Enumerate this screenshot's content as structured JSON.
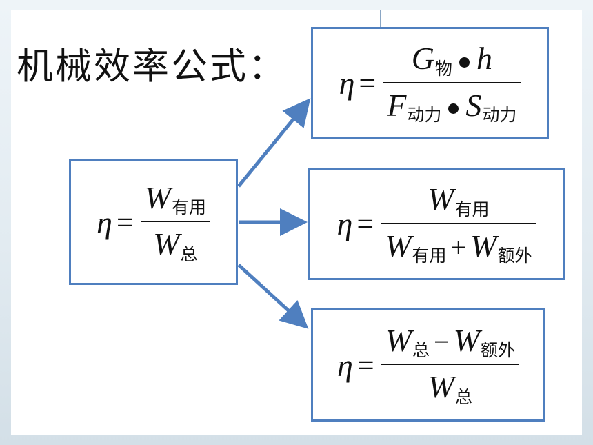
{
  "title": "机械效率公式：",
  "main_formula": {
    "lhs": "η",
    "equals": "=",
    "numerator": {
      "var": "W",
      "sub": "有用"
    },
    "denominator": {
      "var": "W",
      "sub": "总"
    }
  },
  "formula_top": {
    "lhs": "η",
    "equals": "=",
    "numerator": {
      "var1": "G",
      "sub1": "物",
      "var2": "h"
    },
    "denominator": {
      "var1": "F",
      "sub1": "动力",
      "var2": "S",
      "sub2": "动力"
    }
  },
  "formula_middle": {
    "lhs": "η",
    "equals": "=",
    "numerator": {
      "var": "W",
      "sub": "有用"
    },
    "denominator": {
      "var1": "W",
      "sub1": "有用",
      "op": "+",
      "var2": "W",
      "sub2": "额外"
    }
  },
  "formula_bottom": {
    "lhs": "η",
    "equals": "=",
    "numerator": {
      "var1": "W",
      "sub1": "总",
      "op": "−",
      "var2": "W",
      "sub2": "额外"
    },
    "denominator": {
      "var": "W",
      "sub": "总"
    }
  },
  "colors": {
    "border": "#4f7fbf",
    "arrow": "#4f7fbf",
    "text": "#111111",
    "title_box_line": "#8aa6c4"
  }
}
